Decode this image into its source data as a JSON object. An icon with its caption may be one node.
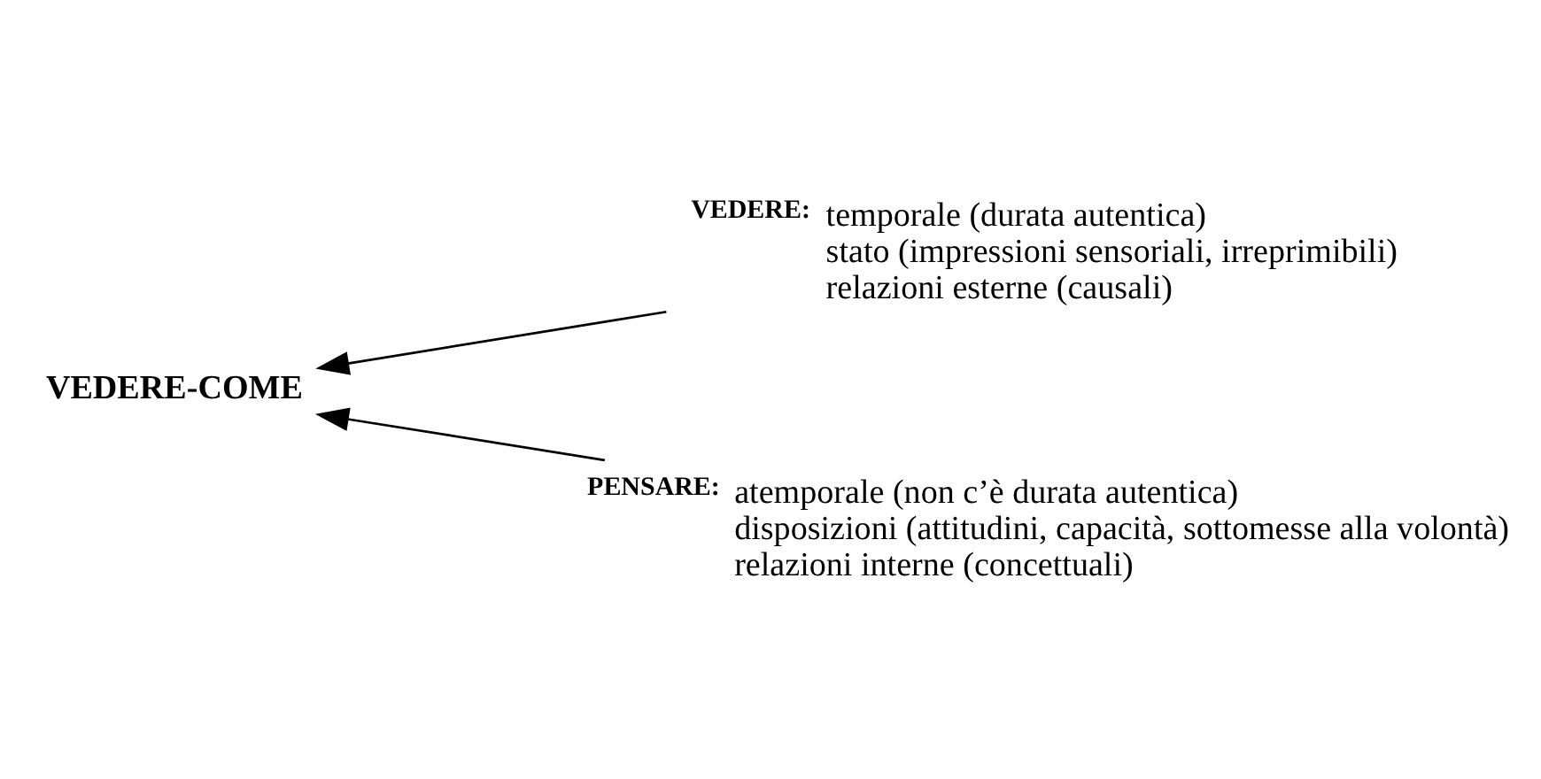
{
  "diagram": {
    "nodes": [
      {
        "text": [
          "VEDERE-COME"
        ]
      },
      {
        "text": [
          "VEDERE:",
          "temporale (durata autentica)",
          "stato (impressioni sensoriali, irreprimibili)",
          "relazioni esterne (causali)"
        ]
      },
      {
        "text": [
          "PENSARE:",
          "atemporale (non c’è durata autentica)",
          "disposizioni (attitudini, capacità, sottomesse alla volontà)",
          "relazioni interne (concettuali)"
        ]
      }
    ],
    "edges": [
      {
        "from": 1,
        "to": 0,
        "arrow": "to"
      },
      {
        "from": 2,
        "to": 0,
        "arrow": "to"
      }
    ]
  }
}
